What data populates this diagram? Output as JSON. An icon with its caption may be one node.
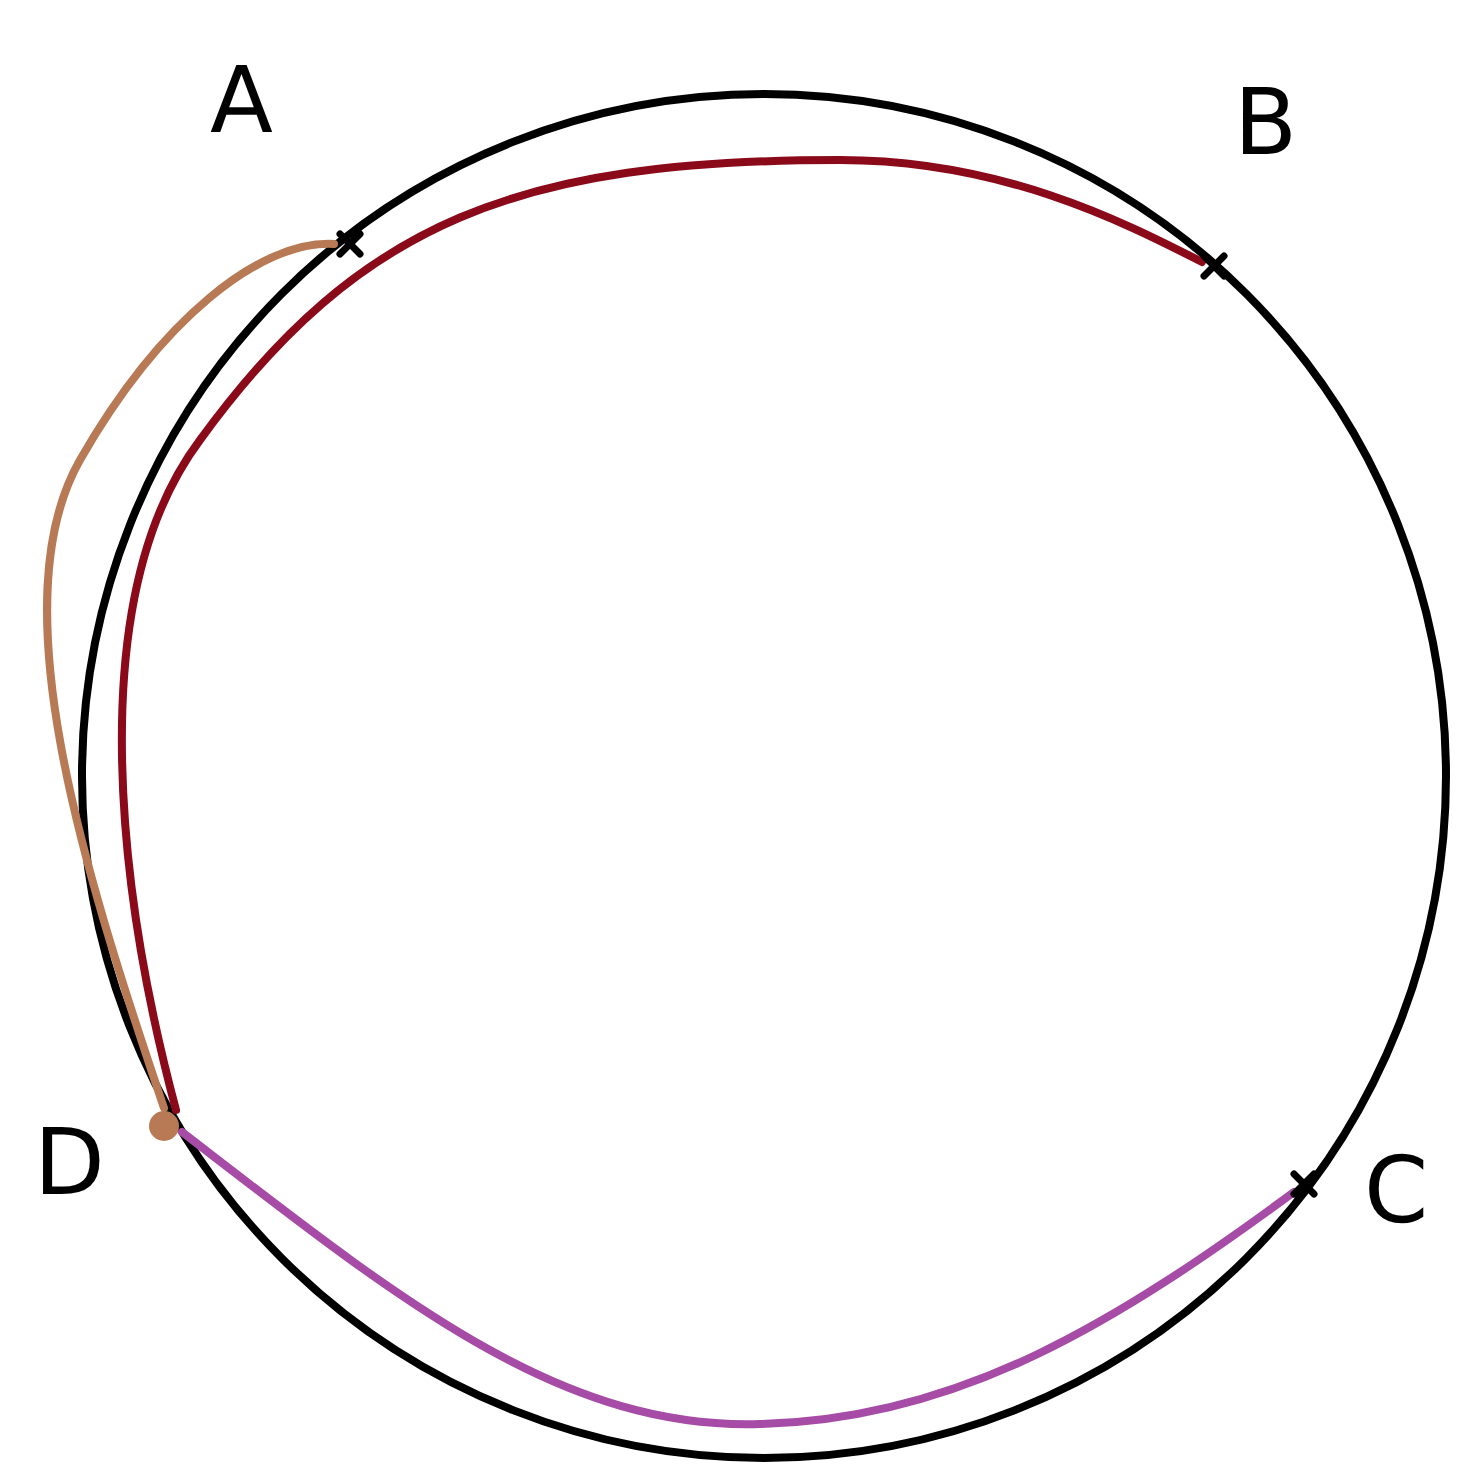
{
  "diagram": {
    "nodes": [
      {
        "text": [],
        "shape": "tick",
        "beside": [
          "A"
        ]
      },
      {
        "text": [],
        "shape": "tick",
        "beside": [
          "B"
        ]
      },
      {
        "text": [],
        "shape": "tick",
        "beside": [
          "C"
        ]
      },
      {
        "text": [],
        "shape": "dot",
        "beside": [
          "D"
        ]
      }
    ],
    "edges": [
      {
        "from": 3,
        "to": 0,
        "arrow": "none",
        "color": "#b87a55"
      },
      {
        "from": 3,
        "to": 1,
        "arrow": "none",
        "color": "#8b0a1a"
      },
      {
        "from": 3,
        "to": 2,
        "arrow": "none",
        "color": "#a64ca6"
      }
    ]
  }
}
